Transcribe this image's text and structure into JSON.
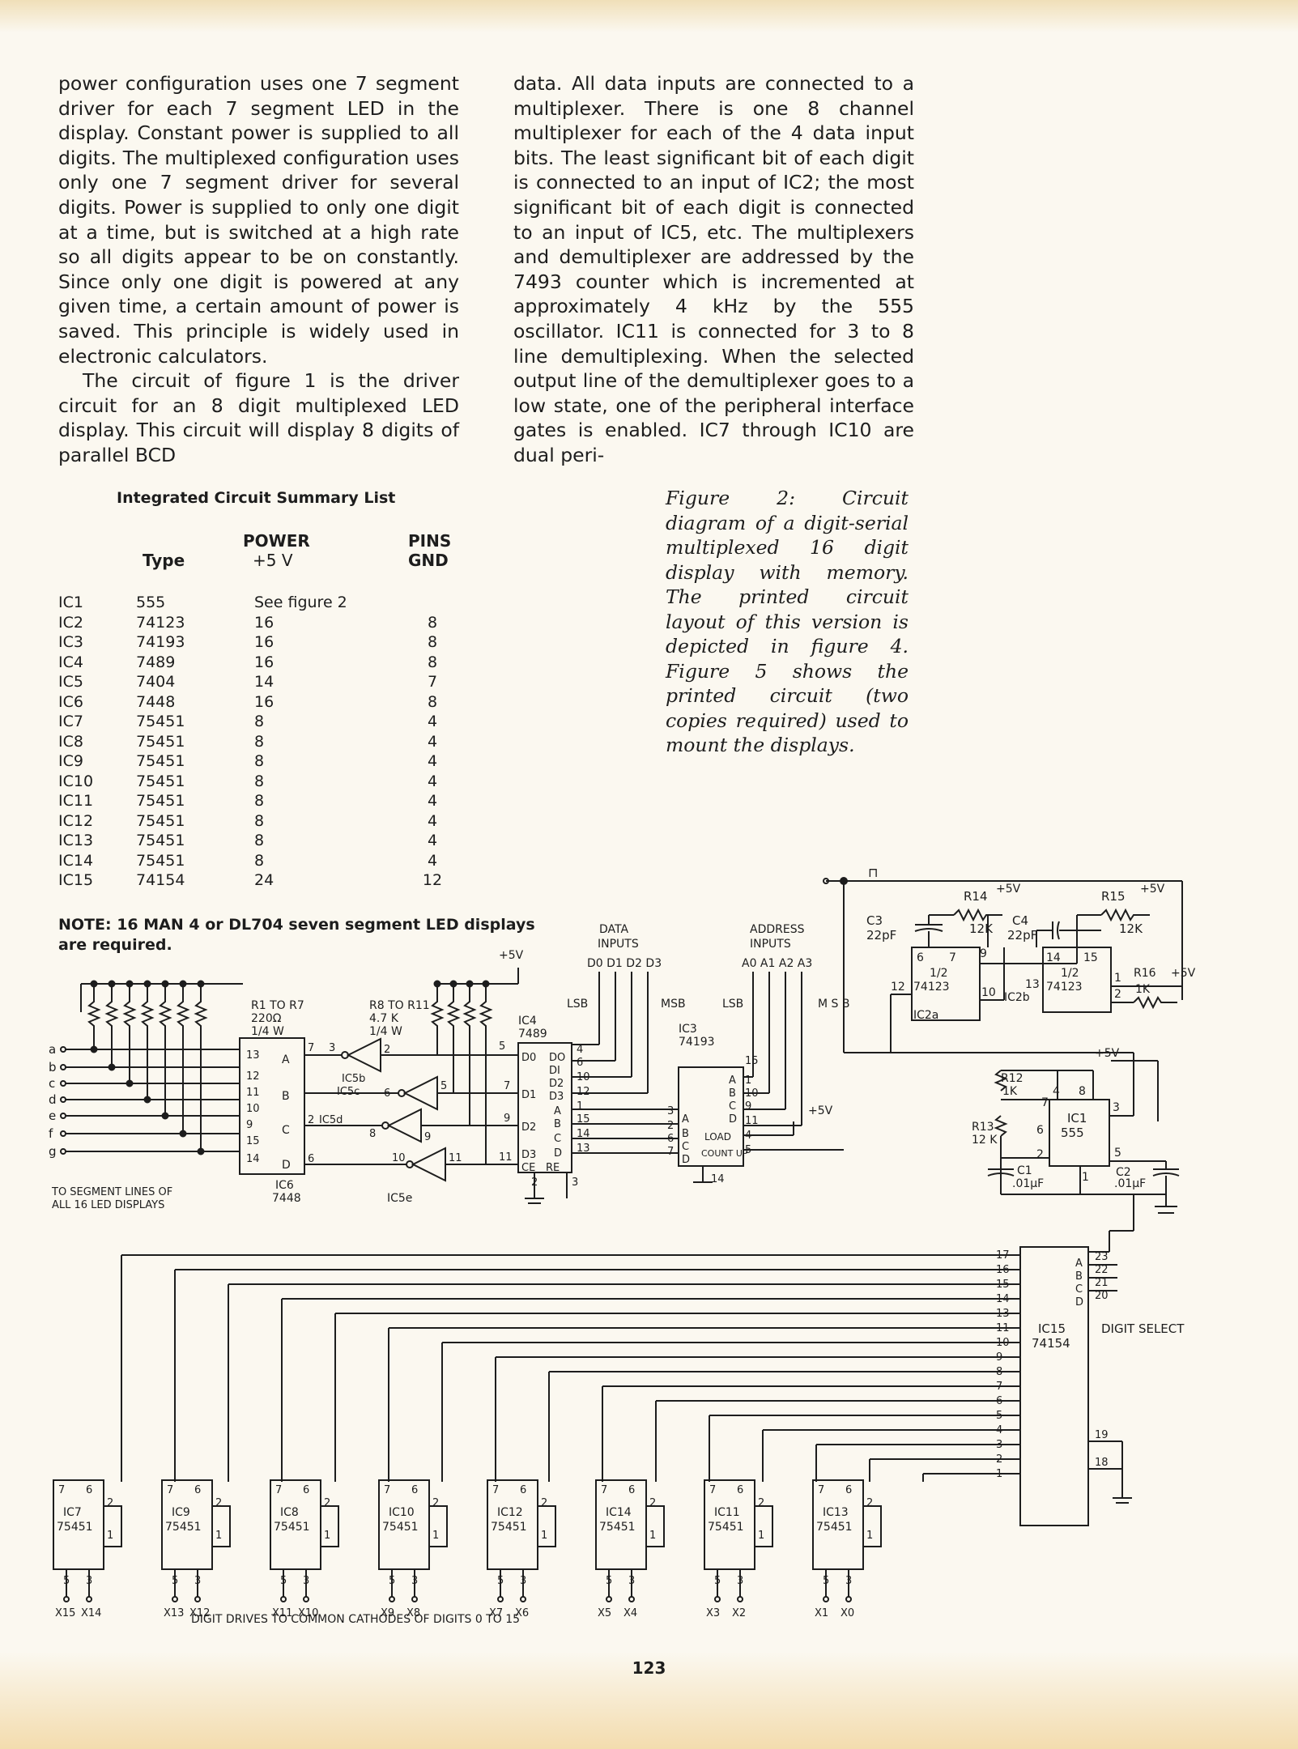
{
  "left_column": [
    "power configuration uses one 7 segment driver for each 7 segment LED in the display. Constant power is supplied to all digits. The multiplexed configuration uses only one 7 segment driver for several digits. Power is supplied to only one digit at a time, but is switched at a high rate so all digits appear to be on constantly. Since only one digit is powered at any given time, a certain amount of power is saved. This principle is widely used in electronic calculators.",
    "The circuit of figure 1 is the driver circuit for an 8 digit multiplexed LED display. This circuit will display 8 digits of parallel BCD"
  ],
  "right_column": "data. All data inputs are connected to a multiplexer. There is one 8 channel multiplexer for each of the 4 data input bits. The least significant bit of each digit is connected to an input of IC2; the most significant bit of each digit is connected to an input of IC5, etc. The multiplexers and demultiplexer are addressed by the 7493 counter which is incremented at approximately 4 kHz by the 555 oscillator. IC11 is connected for 3 to 8 line demultiplexing. When the selected output line of the demultiplexer goes to a low state, one of the peripheral interface gates is enabled. IC7 through IC10 are dual peri-",
  "ic_list": {
    "title": "Integrated Circuit Summary List",
    "header_power": "POWER",
    "header_pins": "PINS",
    "header_type": "Type",
    "header_plus5": "+5 V",
    "header_gnd": "GND",
    "rows": [
      [
        "IC1",
        "555",
        "See figure 2",
        ""
      ],
      [
        "IC2",
        "74123",
        "16",
        "8"
      ],
      [
        "IC3",
        "74193",
        "16",
        "8"
      ],
      [
        "IC4",
        "7489",
        "16",
        "8"
      ],
      [
        "IC5",
        "7404",
        "14",
        "7"
      ],
      [
        "IC6",
        "7448",
        "16",
        "8"
      ],
      [
        "IC7",
        "75451",
        "8",
        "4"
      ],
      [
        "IC8",
        "75451",
        "8",
        "4"
      ],
      [
        "IC9",
        "75451",
        "8",
        "4"
      ],
      [
        "IC10",
        "75451",
        "8",
        "4"
      ],
      [
        "IC11",
        "75451",
        "8",
        "4"
      ],
      [
        "IC12",
        "75451",
        "8",
        "4"
      ],
      [
        "IC13",
        "75451",
        "8",
        "4"
      ],
      [
        "IC14",
        "75451",
        "8",
        "4"
      ],
      [
        "IC15",
        "74154",
        "24",
        "12"
      ]
    ],
    "note": "NOTE: 16 MAN 4 or DL704 seven segment LED displays are required."
  },
  "caption": "Figure 2: Circuit diagram of a digit-serial multiplexed 16 digit display with memory. The printed circuit layout of this version is depicted in figure 4. Figure 5 shows the printed circuit (two copies required) used to mount the displays.",
  "schematic": {
    "segment_inputs": [
      "a",
      "b",
      "c",
      "d",
      "e",
      "f",
      "g"
    ],
    "segment_note_1": "TO SEGMENT LINES OF",
    "segment_note_2": "ALL 16 LED DISPLAYS",
    "r1": "R1 TO R7",
    "r1_val": "220Ω",
    "r1_w": "1/4 W",
    "r8": "R8 TO R11",
    "r8_val": "4.7 K",
    "r8_w": "1/4 W",
    "plus5": "+5V",
    "ic6": "IC6",
    "ic6_type": "7448",
    "ic5b": "IC5b",
    "ic5c": "IC5c",
    "ic5d": "IC5d",
    "ic5e": "IC5e",
    "ic4": "IC4",
    "ic4_type": "7489",
    "ic3": "IC3",
    "ic3_type": "74193",
    "data_inputs_1": "DATA",
    "data_inputs_2": "INPUTS",
    "data_pins": "D0 D1 D2 D3",
    "address_inputs_1": "ADDRESS",
    "address_inputs_2": "INPUTS",
    "address_pins": "A0 A1 A2 A3",
    "lsb": "LSB",
    "msb": "MSB",
    "msb_v": "M S B",
    "load": "LOAD",
    "count_up": "COUNT UP",
    "c3": "C3",
    "c3_val": "22pF",
    "r14": "R14",
    "r14_val": "12K",
    "c4": "C4",
    "c4_val": "22pF",
    "r15": "R15",
    "r15_val": "12K",
    "r16": "R16",
    "r16_val": "1K",
    "ic2a": "IC2a",
    "ic2b": "IC2b",
    "half": "1/2",
    "ic2_type": "74123",
    "r12": "R12",
    "r12_val": "1K",
    "r13": "R13",
    "r13_val": "12 K",
    "ic1": "IC1",
    "ic1_type": "555",
    "c1": "C1",
    "c1_val": ".01μF",
    "c2": "C2",
    "c2_val": ".01μF",
    "ic15": "IC15",
    "ic15_type": "74154",
    "digit_select": "DIGIT SELECT",
    "drivers": [
      {
        "name": "IC7",
        "outs": [
          "X15",
          "X14"
        ]
      },
      {
        "name": "IC9",
        "outs": [
          "X13",
          "X12"
        ]
      },
      {
        "name": "IC8",
        "outs": [
          "X11",
          "X10"
        ]
      },
      {
        "name": "IC10",
        "outs": [
          "X9",
          "X8"
        ]
      },
      {
        "name": "IC12",
        "outs": [
          "X7",
          "X6"
        ]
      },
      {
        "name": "IC14",
        "outs": [
          "X5",
          "X4"
        ]
      },
      {
        "name": "IC11",
        "outs": [
          "X3",
          "X2"
        ]
      },
      {
        "name": "IC13",
        "outs": [
          "X1",
          "X0"
        ]
      }
    ],
    "driver_type": "75451",
    "digit_drives": "DIGIT DRIVES TO COMMON CATHODES OF DIGITS 0 TO 15"
  },
  "page_number": "123"
}
